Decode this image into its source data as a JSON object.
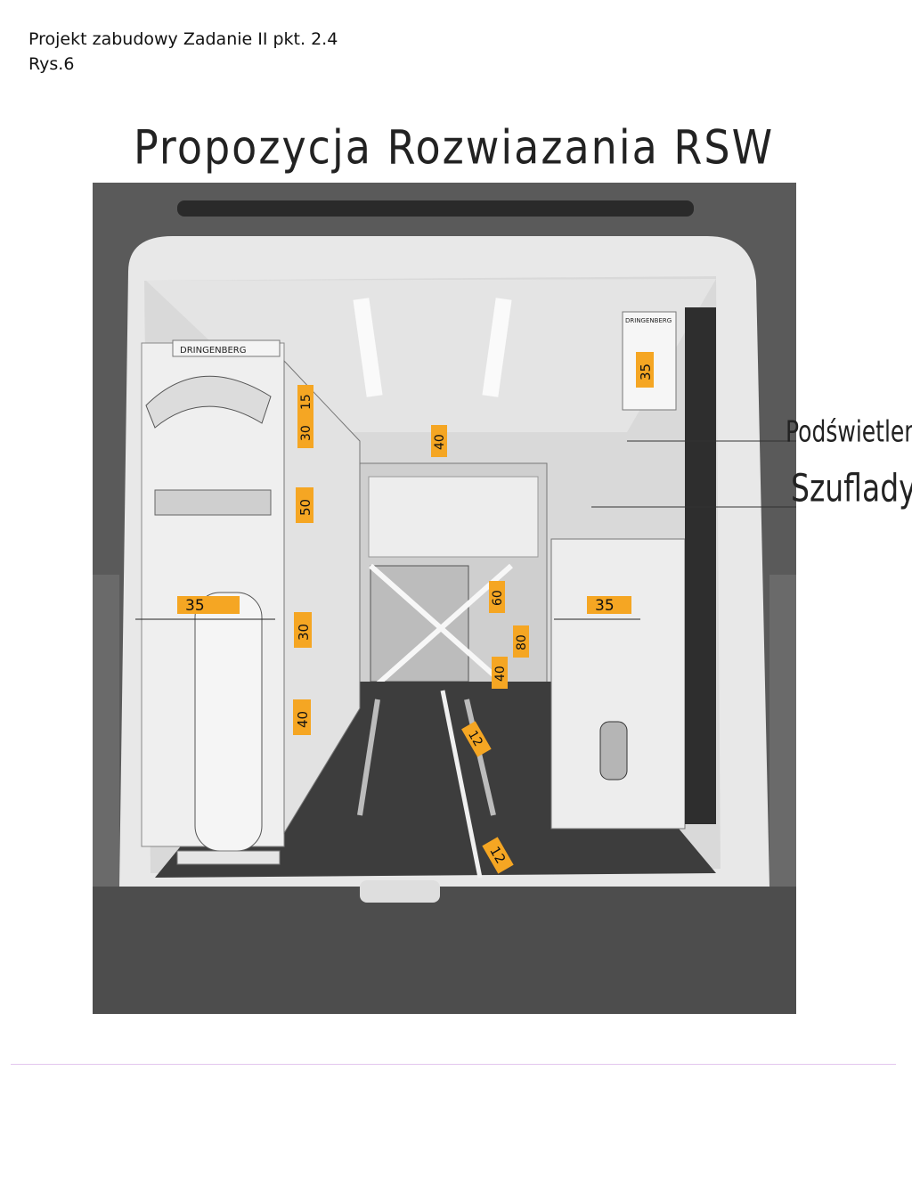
{
  "header": {
    "line1": "Projekt zabudowy Zadanie II pkt. 2.4",
    "line2": "Rys.6"
  },
  "title": "Propozycja Rozwiazania RSW",
  "labels": {
    "podswietlenie": "Podświetlen",
    "szuflady": "Szuflady"
  },
  "brand": {
    "left_panel": "DRINGENBERG",
    "right_panel": "DRINGENBERG"
  },
  "measurements": [
    {
      "id": "cylinder-width",
      "text": "35"
    },
    {
      "id": "right-cabinet-width",
      "text": "35"
    },
    {
      "id": "right-top-cabinet",
      "text": "35"
    },
    {
      "id": "left-shelf-top",
      "text": "15"
    },
    {
      "id": "left-shelf-2",
      "text": "30"
    },
    {
      "id": "left-shelf-3",
      "text": "50"
    },
    {
      "id": "left-shelf-4",
      "text": "30"
    },
    {
      "id": "left-shelf-5",
      "text": "40"
    },
    {
      "id": "back-wall",
      "text": "40"
    },
    {
      "id": "back-right-shelf",
      "text": "60"
    },
    {
      "id": "back-right-depth",
      "text": "80"
    },
    {
      "id": "back-right-lower",
      "text": "40"
    },
    {
      "id": "floor-rail-1",
      "text": "12"
    },
    {
      "id": "floor-rail-2",
      "text": "12"
    }
  ],
  "colors": {
    "highlight": "#f5a623",
    "floor": "#3a3a3a",
    "frame": "#2b2b2b",
    "interior": "#f2f2f2"
  }
}
